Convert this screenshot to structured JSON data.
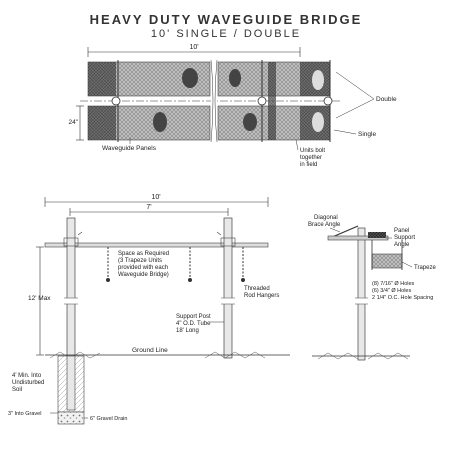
{
  "title": {
    "main": "HEAVY DUTY WAVEGUIDE BRIDGE",
    "sub": "10' SINGLE / DOUBLE"
  },
  "top_view": {
    "dim_length": "10'",
    "dim_width": "24\"",
    "label_double": "Double",
    "label_single": "Single",
    "label_panels": "Waveguide Panels",
    "label_units_bolt_1": "Units bolt",
    "label_units_bolt_2": "together",
    "label_units_bolt_3": "in field"
  },
  "side_view": {
    "dim_overall": "10'",
    "dim_inner": "7'",
    "dim_height": "12' Max",
    "space_1": "Space as Required",
    "space_2": "(3 Trapeze Units",
    "space_3": "provided with each",
    "space_4": "Waveguide Bridge)",
    "rod_1": "Threaded",
    "rod_2": "Rod Hangers",
    "post_1": "Support Post",
    "post_2": "4\" O.D. Tube",
    "post_3": "18' Long",
    "ground": "Ground Line",
    "soil_1": "4' Min. Into",
    "soil_2": "Undisturbed",
    "soil_3": "Soil",
    "gravel_into": "3\" Into Gravel",
    "gravel_drain": "6\" Gravel Drain"
  },
  "end_view": {
    "diag_1": "Diagonal",
    "diag_2": "Brace Angle",
    "panel_1": "Panel",
    "panel_2": "Support",
    "panel_3": "Angle",
    "trapeze": "Trapeze",
    "holes_1": "(8) 7/16\" Ø Holes",
    "holes_2": "(6) 3/4\" Ø Holes",
    "holes_3": "2 1/4\" O.C. Hole Spacing"
  }
}
